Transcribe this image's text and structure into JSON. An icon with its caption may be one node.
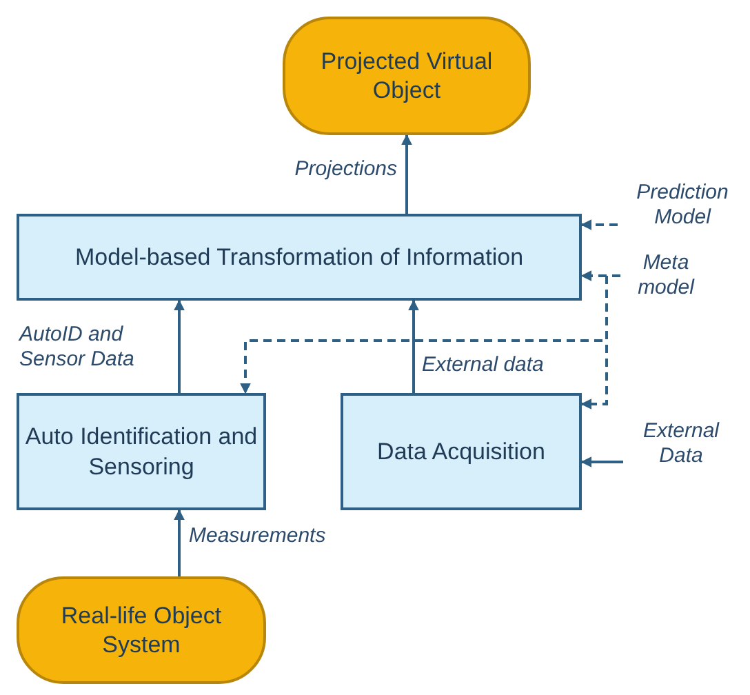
{
  "diagram": {
    "nodes": [
      {
        "text": [
          "Projected Virtual Object"
        ]
      },
      {
        "text": [
          "Prediction Model"
        ]
      },
      {
        "text": [
          "Model-based  Transformation of Information"
        ]
      },
      {
        "text": [
          "Meta model"
        ]
      },
      {
        "text": [
          "Auto Identification and Sensoring"
        ]
      },
      {
        "text": [
          "Data Acquisition"
        ]
      },
      {
        "text": [
          "External Data"
        ]
      },
      {
        "text": [
          "Real-life Object System"
        ]
      }
    ],
    "edges": [
      {
        "from": 2,
        "to": 0,
        "arrow": "to",
        "label": "Projections"
      },
      {
        "from": 1,
        "to": 2,
        "arrow": "to",
        "style": "dashed"
      },
      {
        "from": 3,
        "to": 2,
        "arrow": "to",
        "style": "dashed"
      },
      {
        "from": 3,
        "to": 4,
        "arrow": "to",
        "style": "dashed"
      },
      {
        "from": 3,
        "to": 5,
        "arrow": "to",
        "style": "dashed"
      },
      {
        "from": 4,
        "to": 2,
        "arrow": "to",
        "label": "AutoID and Sensor Data"
      },
      {
        "from": 5,
        "to": 2,
        "arrow": "to",
        "label": "External data"
      },
      {
        "from": 6,
        "to": 5,
        "arrow": "to"
      },
      {
        "from": 7,
        "to": 4,
        "arrow": "to",
        "label": "Measurements"
      }
    ]
  }
}
